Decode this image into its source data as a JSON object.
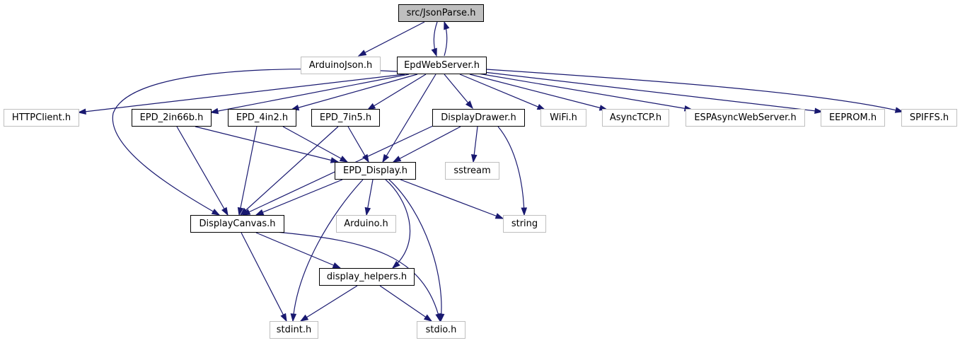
{
  "colors": {
    "edge": "#191970",
    "root_fill": "#bfbfbf",
    "documented_border": "#000000",
    "external_border": "#bfbfbf",
    "external_text": "#404040"
  },
  "nodes": {
    "jsonparse": {
      "label": "src/JsonParse.h",
      "kind": "root"
    },
    "arduinojson": {
      "label": "ArduinoJson.h",
      "kind": "external"
    },
    "epdwebserver": {
      "label": "EpdWebServer.h",
      "kind": "documented"
    },
    "httpclient": {
      "label": "HTTPClient.h",
      "kind": "external"
    },
    "epd2in66b": {
      "label": "EPD_2in66b.h",
      "kind": "documented"
    },
    "epd4in2": {
      "label": "EPD_4in2.h",
      "kind": "documented"
    },
    "epd7in5": {
      "label": "EPD_7in5.h",
      "kind": "documented"
    },
    "displaydrawer": {
      "label": "DisplayDrawer.h",
      "kind": "documented"
    },
    "wifi": {
      "label": "WiFi.h",
      "kind": "external"
    },
    "asynctcp": {
      "label": "AsyncTCP.h",
      "kind": "external"
    },
    "espasyncwebserver": {
      "label": "ESPAsyncWebServer.h",
      "kind": "external"
    },
    "eeprom": {
      "label": "EEPROM.h",
      "kind": "external"
    },
    "spiffs": {
      "label": "SPIFFS.h",
      "kind": "external"
    },
    "epddisplay": {
      "label": "EPD_Display.h",
      "kind": "documented"
    },
    "sstream": {
      "label": "sstream",
      "kind": "external"
    },
    "displaycanvas": {
      "label": "DisplayCanvas.h",
      "kind": "documented"
    },
    "arduino": {
      "label": "Arduino.h",
      "kind": "external"
    },
    "string": {
      "label": "string",
      "kind": "external"
    },
    "displayhelpers": {
      "label": "display_helpers.h",
      "kind": "documented"
    },
    "stdint": {
      "label": "stdint.h",
      "kind": "external"
    },
    "stdio": {
      "label": "stdio.h",
      "kind": "external"
    }
  },
  "edges": [
    [
      "jsonparse",
      "arduinojson"
    ],
    [
      "jsonparse",
      "epdwebserver"
    ],
    [
      "epdwebserver",
      "jsonparse"
    ],
    [
      "epdwebserver",
      "httpclient"
    ],
    [
      "epdwebserver",
      "epd2in66b"
    ],
    [
      "epdwebserver",
      "epd4in2"
    ],
    [
      "epdwebserver",
      "epd7in5"
    ],
    [
      "epdwebserver",
      "displaydrawer"
    ],
    [
      "epdwebserver",
      "wifi"
    ],
    [
      "epdwebserver",
      "asynctcp"
    ],
    [
      "epdwebserver",
      "espasyncwebserver"
    ],
    [
      "epdwebserver",
      "eeprom"
    ],
    [
      "epdwebserver",
      "spiffs"
    ],
    [
      "epdwebserver",
      "epddisplay"
    ],
    [
      "epdwebserver",
      "displaycanvas"
    ],
    [
      "epd2in66b",
      "epddisplay"
    ],
    [
      "epd2in66b",
      "displaycanvas"
    ],
    [
      "epd4in2",
      "epddisplay"
    ],
    [
      "epd4in2",
      "displaycanvas"
    ],
    [
      "epd7in5",
      "epddisplay"
    ],
    [
      "epd7in5",
      "displaycanvas"
    ],
    [
      "displaydrawer",
      "epddisplay"
    ],
    [
      "displaydrawer",
      "displaycanvas"
    ],
    [
      "displaydrawer",
      "sstream"
    ],
    [
      "displaydrawer",
      "string"
    ],
    [
      "epddisplay",
      "displaycanvas"
    ],
    [
      "epddisplay",
      "arduino"
    ],
    [
      "epddisplay",
      "string"
    ],
    [
      "epddisplay",
      "displayhelpers"
    ],
    [
      "epddisplay",
      "stdint"
    ],
    [
      "epddisplay",
      "stdio"
    ],
    [
      "displaycanvas",
      "displayhelpers"
    ],
    [
      "displaycanvas",
      "stdint"
    ],
    [
      "displaycanvas",
      "stdio"
    ],
    [
      "displayhelpers",
      "stdint"
    ],
    [
      "displayhelpers",
      "stdio"
    ]
  ]
}
